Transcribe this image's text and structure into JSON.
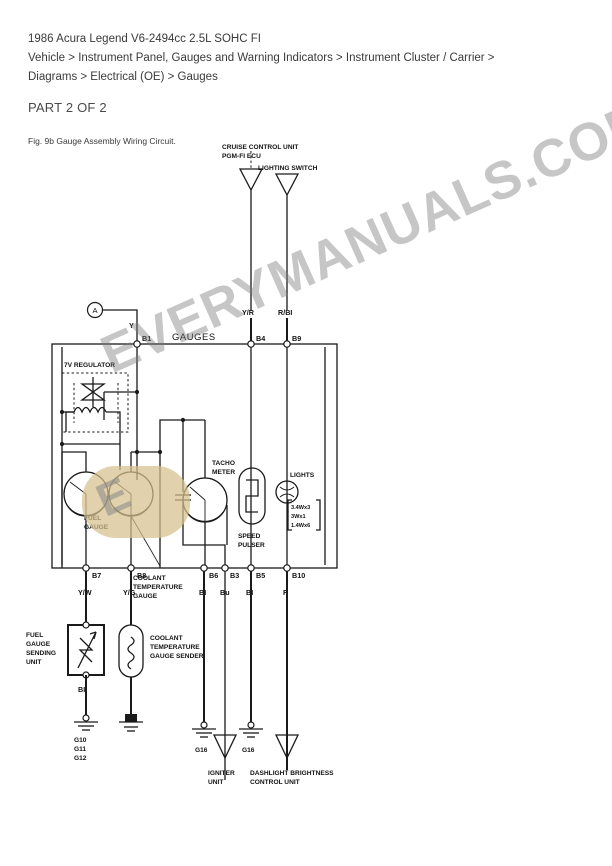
{
  "header": {
    "vehicle_title": "1986 Acura Legend V6-2494cc 2.5L SOHC FI",
    "breadcrumb_line1": "Vehicle > Instrument Panel, Gauges and Warning Indicators > Instrument Cluster / Carrier >",
    "breadcrumb_line2": "Diagrams > Electrical (OE) > Gauges",
    "part_label": "PART 2 OF 2",
    "figure_caption": "Fig. 9b Gauge Assembly Wiring Circuit."
  },
  "watermark": {
    "text": "EVERYMANUALS.COM",
    "logo_letter": "E",
    "logo_color": "#d6bf8d"
  },
  "diagram": {
    "box_label": "GAUGES",
    "connector_a": "A",
    "top_sources": [
      {
        "label_line1": "CRUISE CONTROL UNIT",
        "label_line2": "PGM-FI ECU"
      },
      {
        "label_line1": "LIGHTING SWITCH",
        "label_line2": ""
      }
    ],
    "top_wires": [
      {
        "code": "Y",
        "terminal": "B1"
      },
      {
        "code": "Y/R",
        "terminal": "B4"
      },
      {
        "code": "R/BI",
        "terminal": "B9"
      }
    ],
    "bottom_terminals": [
      {
        "terminal": "B7",
        "code": "Y/W"
      },
      {
        "terminal": "B8",
        "code": "Y/G"
      },
      {
        "terminal": "B6",
        "code": "BI"
      },
      {
        "terminal": "B3",
        "code": "Bu"
      },
      {
        "terminal": "B5",
        "code": "BI"
      },
      {
        "terminal": "B10",
        "code": "R"
      }
    ],
    "components": {
      "regulator": "7V REGULATOR",
      "fuel_gauge": "FUEL\nGAUGE",
      "fuel_gauge_l1": "FUEL",
      "fuel_gauge_l2": "GAUGE",
      "coolant_gauge_l1": "COOLANT",
      "coolant_gauge_l2": "TEMPERATURE",
      "coolant_gauge_l3": "GAUGE",
      "tacho_l1": "TACHO",
      "tacho_l2": "METER",
      "speed_pulser_l1": "SPEED",
      "speed_pulser_l2": "PULSER",
      "lights": "LIGHTS",
      "lights_spec_l1": "3.4Wx3",
      "lights_spec_l2": "3Wx1",
      "lights_spec_l3": "1.4Wx6"
    },
    "lower_devices": {
      "fuel_sender_l1": "FUEL",
      "fuel_sender_l2": "GAUGE",
      "fuel_sender_l3": "SENDING",
      "fuel_sender_l4": "UNIT",
      "coolant_sender_l1": "COOLANT",
      "coolant_sender_l2": "TEMPERATURE",
      "coolant_sender_l3": "GAUGE SENDER",
      "fuel_sender_wire": "BI"
    },
    "grounds": [
      {
        "ids": [
          "G10",
          "G11",
          "G12"
        ]
      },
      {
        "ids": [
          "G16"
        ]
      },
      {
        "ids": [
          "G16"
        ]
      }
    ],
    "bottom_destinations": [
      {
        "line1": "IGNITER",
        "line2": "UNIT"
      },
      {
        "line1": "DASHLIGHT BRIGHTNESS",
        "line2": "CONTROL UNIT"
      }
    ]
  }
}
